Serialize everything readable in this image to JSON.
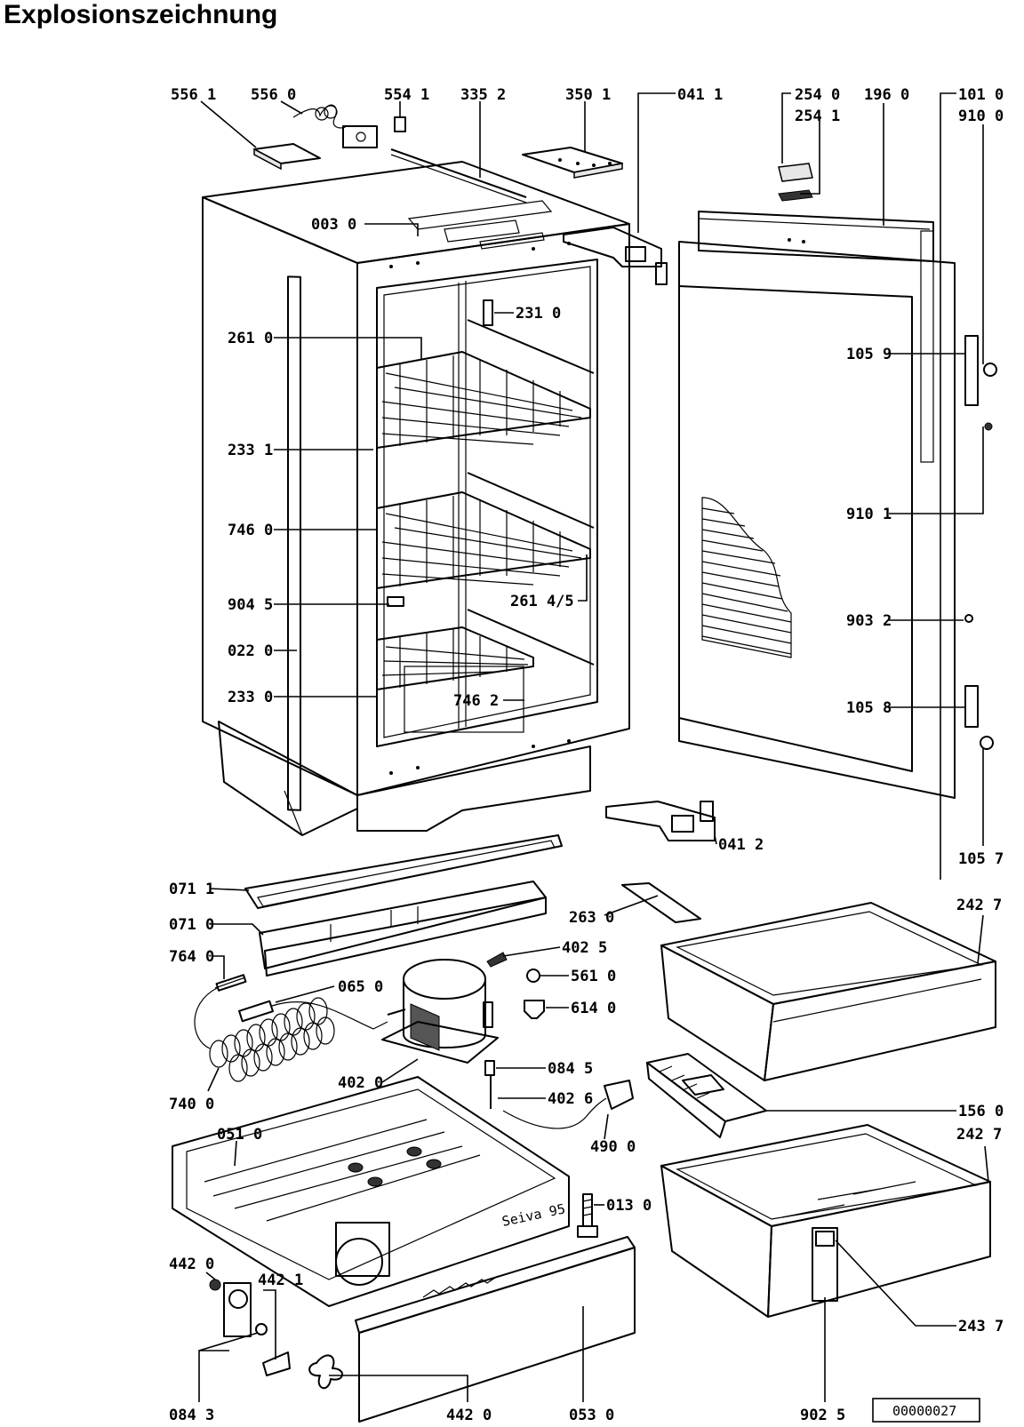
{
  "title": "Explosionszeichnung",
  "drawing_number": "00000027",
  "labels": {
    "p556_1": "556 1",
    "p556_0": "556 0",
    "p554_1": "554 1",
    "p335_2": "335 2",
    "p350_1": "350 1",
    "p041_1": "041 1",
    "p254_0": "254 0",
    "p254_1": "254 1",
    "p196_0": "196 0",
    "p101_0": "101 0",
    "p910_0": "910 0",
    "p003_0": "003 0",
    "p231_0": "231 0",
    "p261_0": "261 0",
    "p105_9": "105 9",
    "p233_1": "233 1",
    "p910_1": "910 1",
    "p746_0": "746 0",
    "p904_5": "904 5",
    "p261_45": "261 4/5",
    "p903_2": "903 2",
    "p022_0": "022 0",
    "p233_0": "233 0",
    "p746_2": "746 2",
    "p105_8": "105 8",
    "p041_2": "041 2",
    "p105_7": "105 7",
    "p071_1": "071 1",
    "p071_0": "071 0",
    "p263_0": "263 0",
    "p242_7a": "242 7",
    "p402_5": "402 5",
    "p764_0": "764 0",
    "p065_0": "065 0",
    "p561_0": "561 0",
    "p614_0": "614 0",
    "p084_5": "084 5",
    "p402_0": "402 0",
    "p402_6": "402 6",
    "p740_0": "740 0",
    "p156_0": "156 0",
    "p051_0": "051 0",
    "p242_7b": "242 7",
    "p490_0": "490 0",
    "p013_0": "013 0",
    "p442_0a": "442 0",
    "p442_1": "442 1",
    "p243_7": "243 7",
    "p084_3": "084 3",
    "p442_0b": "442 0",
    "p053_0": "053 0",
    "p902_5": "902 5"
  },
  "stamp_text": "Seiva 95"
}
